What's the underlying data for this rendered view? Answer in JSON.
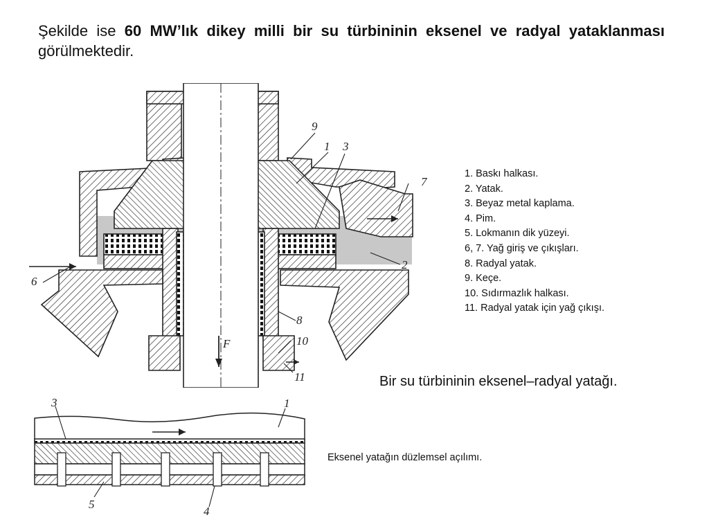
{
  "intro": {
    "prefix": "Şekilde ise ",
    "bold": "60 MW’lık dikey milli bir su türbininin eksenel ve radyal yataklanması",
    "suffix": " görülmektedir."
  },
  "legend": [
    "1. Baskı halkası.",
    "2. Yatak.",
    "3. Beyaz metal kaplama.",
    "4. Pim.",
    "5. Lokmanın dik yüzeyi.",
    "6, 7. Yağ giriş ve çıkışları.",
    "8. Radyal yatak.",
    "9. Keçe.",
    "10. Sıdırmazlık halkası.",
    "11. Radyal yatak için yağ çıkışı."
  ],
  "caption_main": "Bir su türbininin eksenel–radyal yatağı.",
  "caption_sub": "Eksenel yatağın düzlemsel açılımı.",
  "figure_labels": {
    "n1": "1",
    "n2": "2",
    "n3": "3",
    "n6": "6",
    "n7": "7",
    "n8": "8",
    "n9": "9",
    "n10": "10",
    "n11": "11",
    "force": "F"
  },
  "flat_labels": {
    "n3": "3",
    "n1": "1",
    "n5": "5",
    "n4": "4"
  },
  "colors": {
    "ink": "#222222",
    "oil": "#c8c8c8",
    "paper": "#ffffff"
  }
}
